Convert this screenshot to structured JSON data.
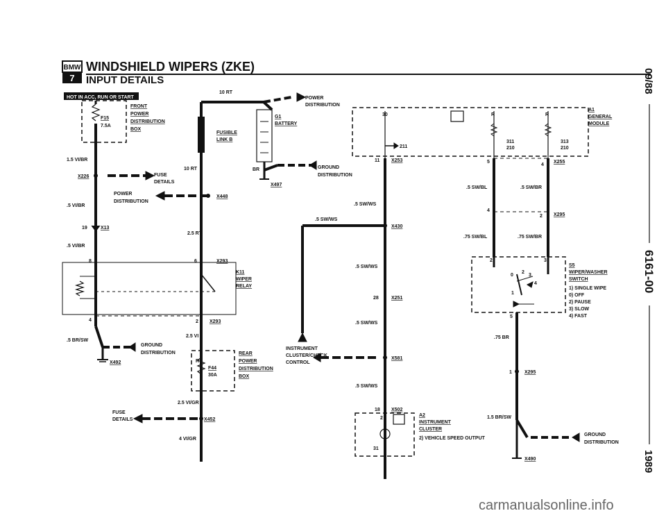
{
  "header": {
    "brand_badge": "BMW",
    "series_badge": "7",
    "title": "WINDSHIELD WIPERS (ZKE)",
    "subtitle": "INPUT DETAILS",
    "hot_in": "HOT IN ACC, RUN OR START"
  },
  "side_margin": {
    "date": "09/88",
    "code": "6161-00",
    "year": "1989"
  },
  "labels": {
    "front_power": [
      "FRONT",
      "POWER",
      "DISTRIBUTION",
      "BOX"
    ],
    "fuse_f15": [
      "F15",
      "7.5A"
    ],
    "w_1_5_vibr": "1.5 VI/BR",
    "x226": "X226",
    "fuse_details_1": [
      "FUSE",
      "DETAILS"
    ],
    "power_dist_left": [
      "POWER",
      "DISTRIBUTION"
    ],
    "x448": "X448",
    "w_5_vibr_a": ".5 VI/BR",
    "x13": "X13",
    "pin19": "19",
    "w_5_vibr_b": ".5 VI/BR",
    "w_2_5_rt": "2.5 RT",
    "w_10_rt_top": "10 RT",
    "w_10_rt_mid": "10 RT",
    "power_dist_top": [
      "POWER",
      "DISTRIBUTION"
    ],
    "fusible_link": [
      "FUSIBLE",
      "LINK B"
    ],
    "battery": [
      "G1",
      "BATTERY"
    ],
    "br": "BR",
    "ground_dist_mid": [
      "GROUND",
      "DISTRIBUTION"
    ],
    "x497": "X497",
    "pin8": "8",
    "pin6": "6",
    "x293_a": "X293",
    "k11": [
      "K11",
      "WIPER",
      "RELAY"
    ],
    "pin4_left": "4",
    "pin2_left": "2",
    "x293_b": "X293",
    "w_5_brsw": ".5 BR/SW",
    "w_2_5_vi": "2.5 VI",
    "ground_dist_left": [
      "GROUND",
      "DISTRIBUTION"
    ],
    "x492": "X492",
    "rear_power": [
      "REAR",
      "POWER",
      "DISTRIBUTION",
      "BOX"
    ],
    "fuse_f44": [
      "R",
      "F44",
      "30A"
    ],
    "w_2_5_vigr": "2.5 VI/GR",
    "fuse_details_2": [
      "FUSE",
      "DETAILS"
    ],
    "x452": "X452",
    "w_4_vigr": "4 VI/GR",
    "a1": [
      "A1",
      "GENERAL",
      "MODULE"
    ],
    "pin30": "30",
    "pin211": "211",
    "pin_r1": "R",
    "pin_r2": "R",
    "pin311": "311",
    "pin313": "313",
    "pin210a": "210",
    "pin210b": "210",
    "pin11": "11",
    "x253_a": "X253",
    "pin5_top": "5",
    "pin4_top": "4",
    "x255": "X255",
    "w_5_swws_a": ".5 SW/WS",
    "w_5_swws_b": ".5 SW/WS",
    "x430": "X430",
    "w_5_swbl": ".5 SW/BL",
    "w_5_swbr": ".5 SW/BR",
    "pin4_mid": "4",
    "pin2_mid": "2",
    "x295_a": "X295",
    "w_75_swbl": ".75 SW/BL",
    "w_75_swbr": ".75 SW/BR",
    "w_5_swws_c": ".5 SW/WS",
    "pin28": "28",
    "x251": "X251",
    "w_5_swws_d": ".5 SW/WS",
    "ic_control": [
      "INSTRUMENT",
      "CLUSTER/CHECK",
      "CONTROL"
    ],
    "x581": "X581",
    "w_5_swws_e": ".5 SW/WS",
    "pin18": "18",
    "x502": "X502",
    "a2": [
      "A2",
      "INSTRUMENT",
      "CLUSTER",
      "2) VEHICLE SPEED OUTPUT"
    ],
    "pin31": "31",
    "pin_s2": "2",
    "pin_s3": "3",
    "s5": [
      "S5",
      "WIPER/WASHER",
      "SWITCH"
    ],
    "switch_states": [
      "1) SINGLE WIPE",
      "0) OFF",
      "2) PAUSE",
      "3) SLOW",
      "4) FAST"
    ],
    "sw_pos": [
      "0",
      "2",
      "3",
      "1",
      "4"
    ],
    "pin5_sw": "5",
    "w_75_br": ".75 BR",
    "pin1": "1",
    "x295_b": "X295",
    "w_1_5_brsw": "1.5 BR/SW",
    "ground_dist_right": [
      "GROUND",
      "DISTRIBUTION"
    ],
    "x490": "X490"
  },
  "watermark": "carmanualsonline.info",
  "colors": {
    "ink": "#111111",
    "badge_bg": "#1a1a1a",
    "badge_fg": "#ffffff"
  }
}
